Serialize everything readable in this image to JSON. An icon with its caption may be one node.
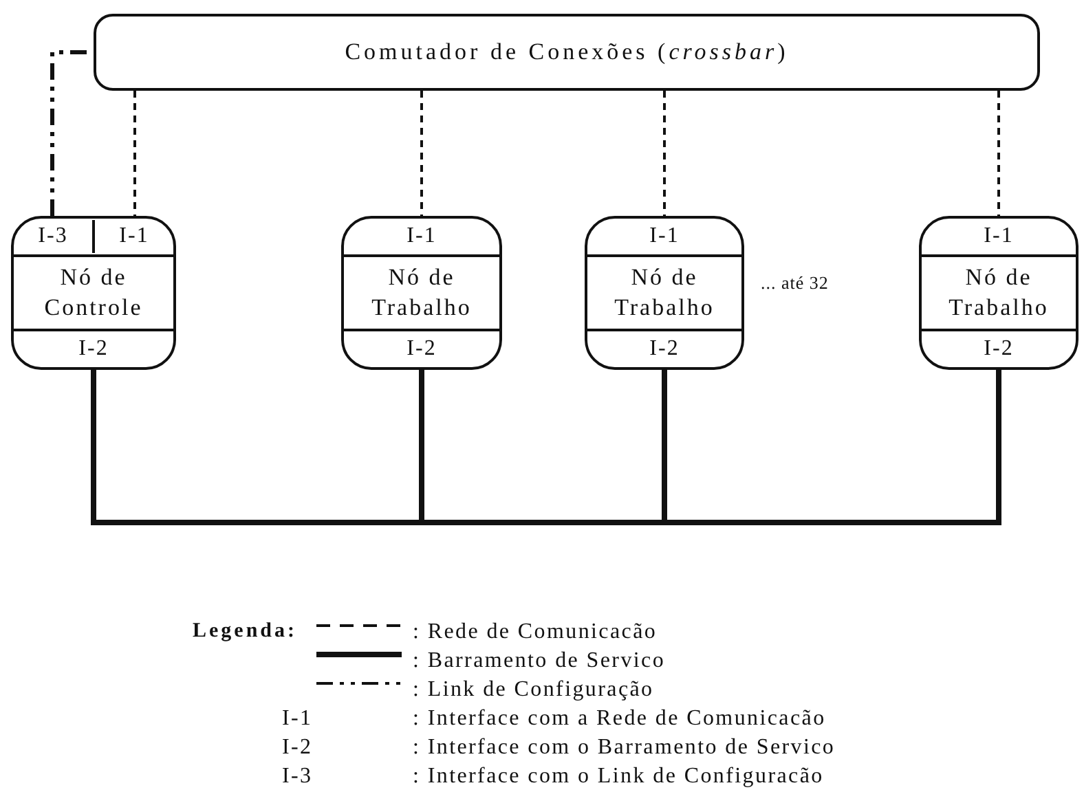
{
  "diagram": {
    "nodes": [
      {
        "text": [
          "Comutador de Conexões (*crossbar*)"
        ]
      },
      {
        "text": [
          "I-3",
          "I-1",
          "Nó de Controle",
          "I-2"
        ]
      },
      {
        "text": [
          "I-1",
          "Nó de Trabalho",
          "I-2"
        ]
      },
      {
        "text": [
          "I-1",
          "Nó de Trabalho",
          "I-2"
        ]
      },
      {
        "text": [
          "I-1",
          "Nó de Trabalho",
          "I-2"
        ]
      }
    ],
    "edges": [
      {
        "from": 0,
        "to": 1,
        "arrow": "none",
        "style": "dashed"
      },
      {
        "from": 0,
        "to": 2,
        "arrow": "none",
        "style": "dashed"
      },
      {
        "from": 0,
        "to": 3,
        "arrow": "none",
        "style": "dashed"
      },
      {
        "from": 0,
        "to": 4,
        "arrow": "none",
        "style": "dashed"
      },
      {
        "from": 1,
        "to": 0,
        "arrow": "none",
        "style": "dashed"
      },
      {
        "from": 1,
        "to": 2,
        "arrow": "none",
        "style": "thick"
      },
      {
        "from": 2,
        "to": 3,
        "arrow": "none",
        "style": "thick"
      },
      {
        "from": 3,
        "to": 4,
        "arrow": "none",
        "style": "thick"
      }
    ],
    "labels": [
      "... até 32",
      "Legenda:",
      "I-1",
      ": Interface com a Rede de Comunicacão",
      "I-2",
      ": Interface com o Barramento de Servico",
      "I-3",
      ": Interface com o Link de Configuracão"
    ],
    "legend": [
      {
        "text": ": Rede de Comunicacão"
      },
      {
        "text": ": Barramento de Servico"
      },
      {
        "text": ": Link de Configuração"
      }
    ]
  }
}
